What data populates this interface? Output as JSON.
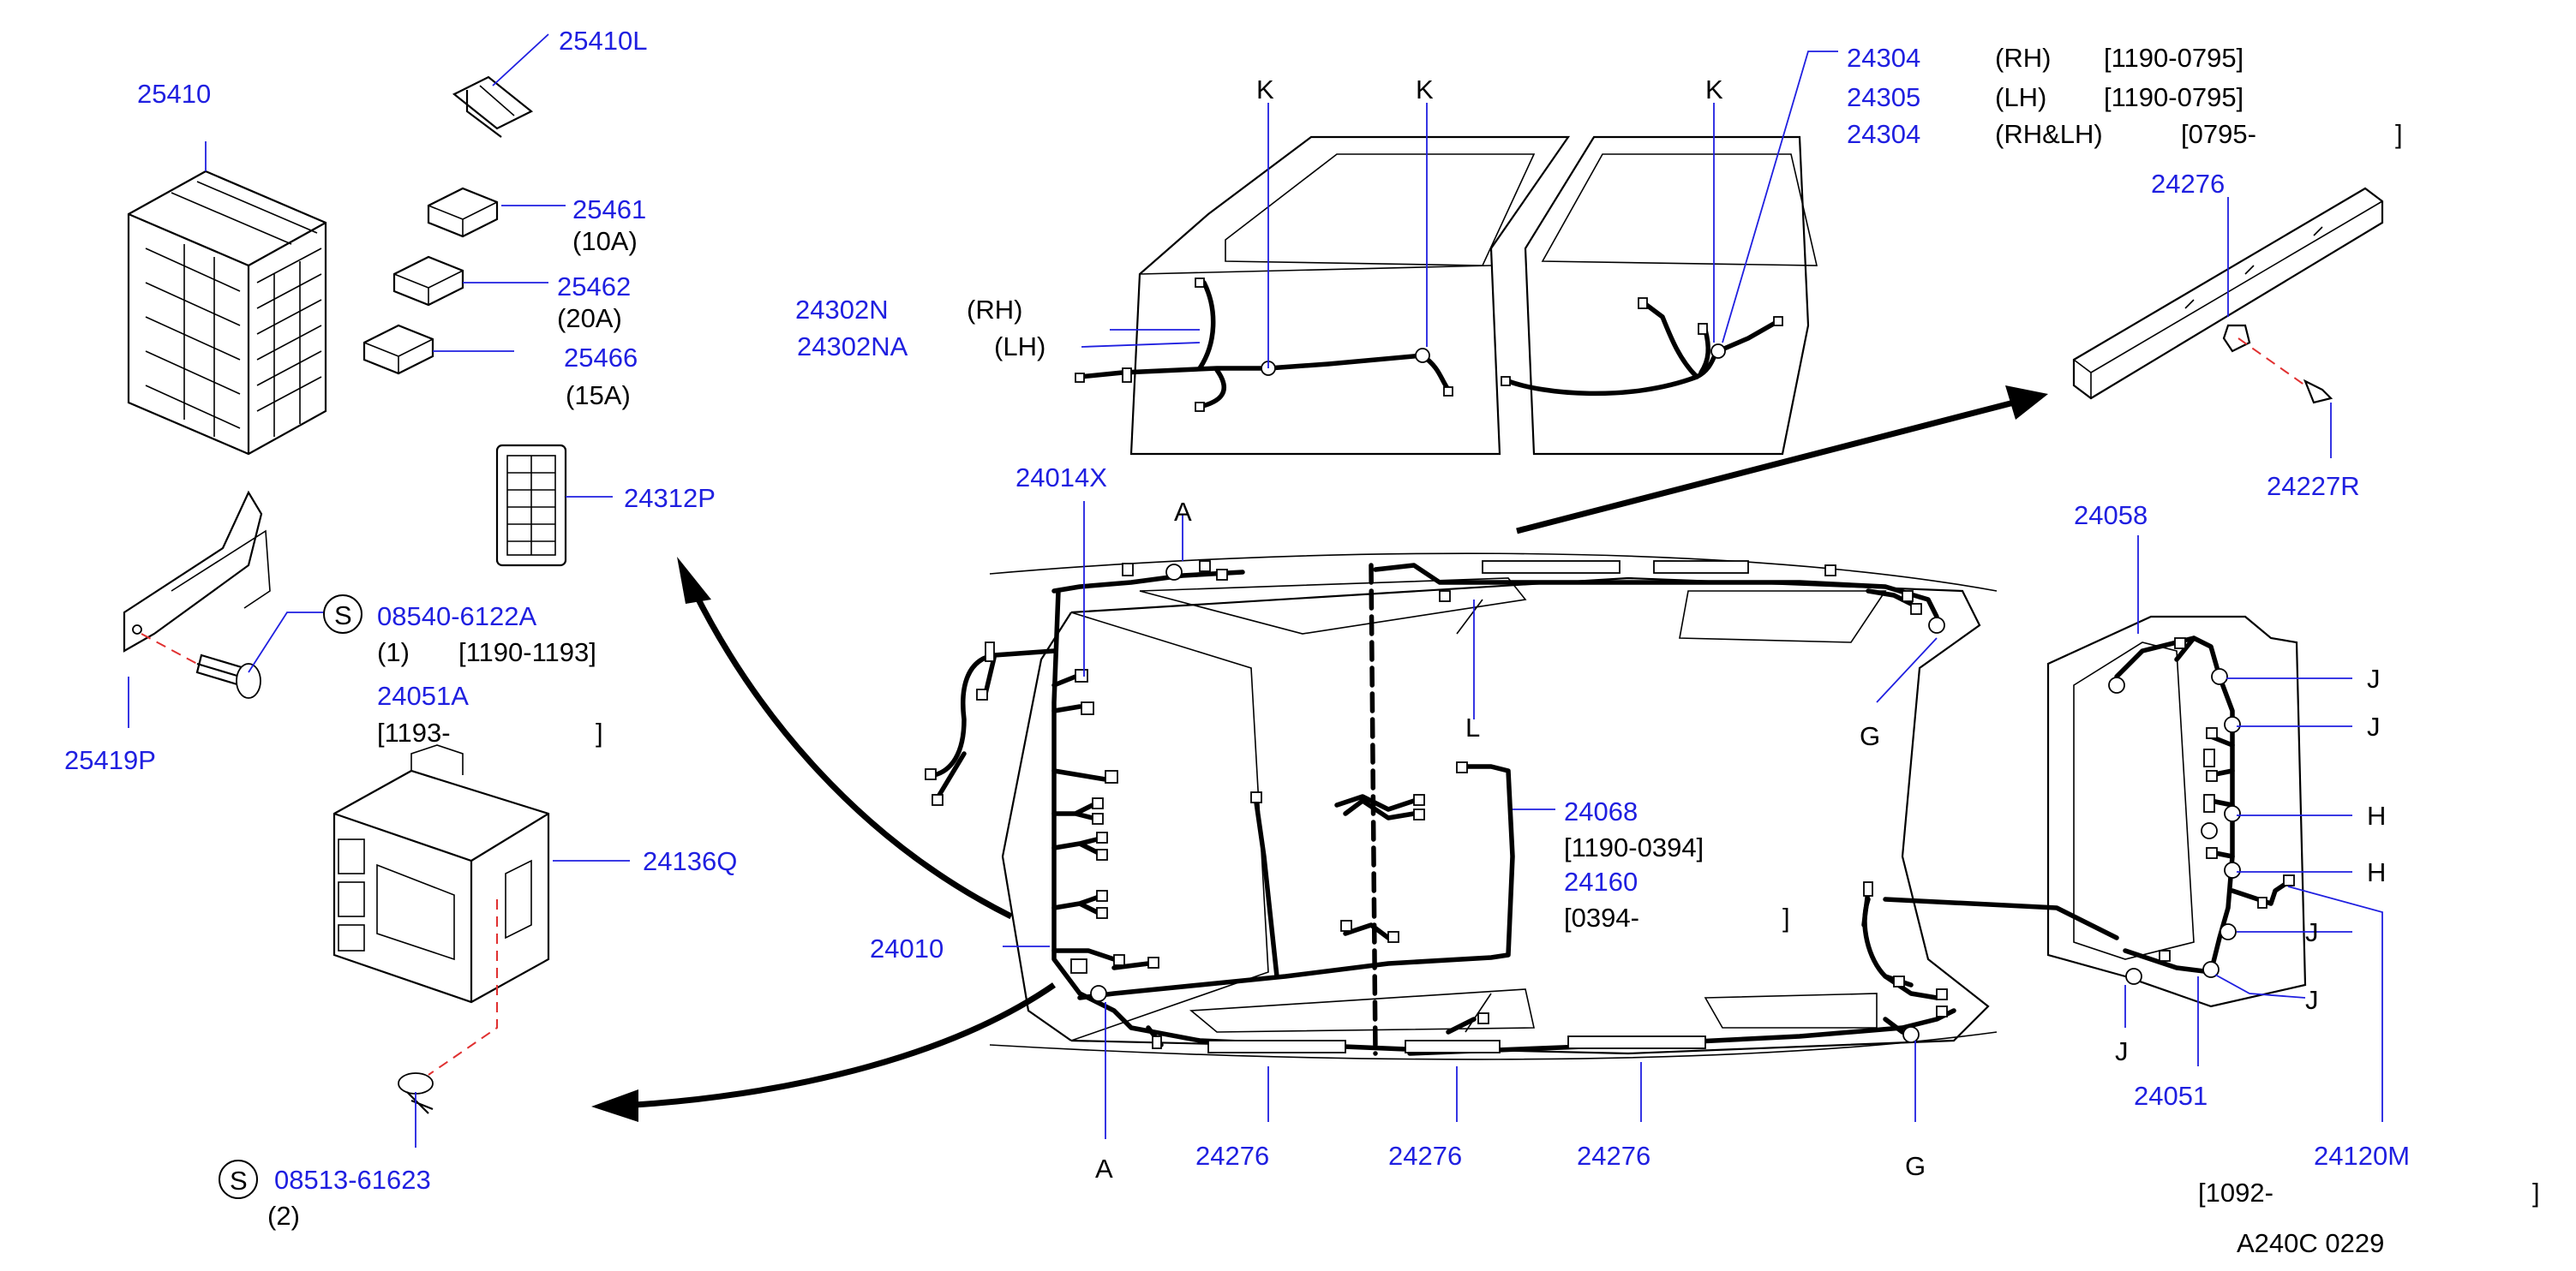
{
  "colors": {
    "part_number": "#1f1fe0",
    "text": "#000000",
    "line": "#000000",
    "dashed_guide": "#e03030"
  },
  "labels": {
    "p25410L": "25410L",
    "p25410": "25410",
    "p25461": "25461",
    "q10A": "(10A)",
    "p25462": "25462",
    "q20A": "(20A)",
    "p25466": "25466",
    "q15A": "(15A)",
    "p24312P": "24312P",
    "s_mark": "S",
    "p08540": "08540-6122A",
    "q1": "(1)",
    "r1190_1193": "[1190-1193]",
    "p24051A": "24051A",
    "r1193": "[1193-",
    "r_close": "]",
    "p25419P": "25419P",
    "p24136Q": "24136Q",
    "p08513": "08513-61623",
    "q2": "(2)",
    "p24302N": "24302N",
    "rh": "(RH)",
    "p24302NA": "24302NA",
    "lh": "(LH)",
    "K": "K",
    "p24304": "24304",
    "p24305": "24305",
    "rhlh": "(RH&LH)",
    "r1190_0795": "[1190-0795]",
    "r0795": "[0795-",
    "p24276": "24276",
    "p24227R": "24227R",
    "p24014X": "24014X",
    "A": "A",
    "L": "L",
    "G": "G",
    "p24068": "24068",
    "r1190_0394": "[1190-0394]",
    "p24160": "24160",
    "r0394": "[0394-",
    "p24010": "24010",
    "p24058": "24058",
    "J": "J",
    "H": "H",
    "p24051": "24051",
    "p24120M": "24120M",
    "r1092": "[1092-",
    "figure_code": "A240C  0229"
  }
}
